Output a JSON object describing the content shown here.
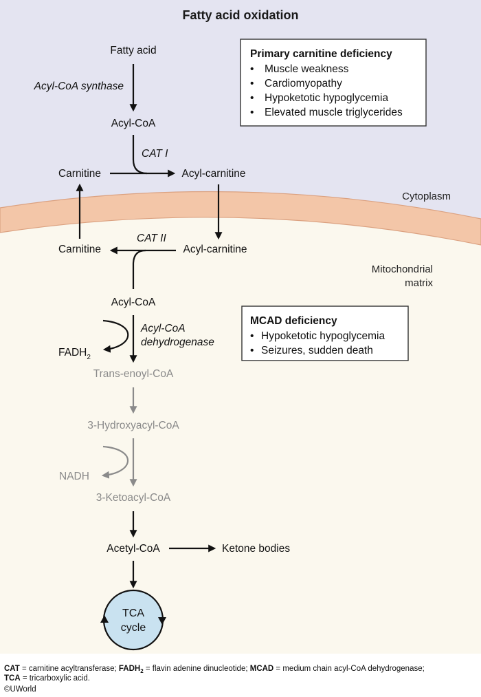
{
  "title": "Fatty acid oxidation",
  "regions": {
    "cytoplasm": "Cytoplasm",
    "matrix_line1": "Mitochondrial",
    "matrix_line2": "matrix"
  },
  "pathway": {
    "fatty_acid": "Fatty acid",
    "acyl_coa_synthase": "Acyl-CoA synthase",
    "acyl_coa_1": "Acyl-CoA",
    "cat1": "CAT I",
    "carnitine_1": "Carnitine",
    "acyl_carnitine_1": "Acyl-carnitine",
    "cat2": "CAT II",
    "carnitine_2": "Carnitine",
    "acyl_carnitine_2": "Acyl-carnitine",
    "acyl_coa_2": "Acyl-CoA",
    "dehydrogenase_line1": "Acyl-CoA",
    "dehydrogenase_line2": "dehydrogenase",
    "fadh2_base": "FADH",
    "fadh2_sub": "2",
    "trans_enoyl": "Trans-enoyl-CoA",
    "hydroxyacyl": "3-Hydroxyacyl-CoA",
    "nadh": "NADH",
    "ketoacyl": "3-Ketoacyl-CoA",
    "acetyl_coa": "Acetyl-CoA",
    "ketone_bodies": "Ketone bodies",
    "tca_line1": "TCA",
    "tca_line2": "cycle"
  },
  "primary_box": {
    "title": "Primary carnitine deficiency",
    "items": [
      "Muscle weakness",
      "Cardiomyopathy",
      "Hypoketotic hypoglycemia",
      "Elevated muscle triglycerides"
    ]
  },
  "mcad_box": {
    "title": "MCAD deficiency",
    "items": [
      "Hypoketotic hypoglycemia",
      "Seizures, sudden death"
    ]
  },
  "bullet": "•",
  "footnote": {
    "cat_abbr": "CAT",
    "cat_def": " = carnitine acyltransferase; ",
    "fadh2_abbr": "FADH",
    "fadh2_sub": "2",
    "fadh2_def": " = flavin adenine dinucleotide; ",
    "mcad_abbr": "MCAD",
    "mcad_def": " = medium chain acyl-CoA dehydrogenase;",
    "tca_abbr": "TCA",
    "tca_def": " = tricarboxylic acid.",
    "copyright": "©UWorld"
  },
  "colors": {
    "cytoplasm_bg": "#e4e4f1",
    "membrane": "#f3c6a8",
    "membrane_edge": "#dba180",
    "matrix_bg": "#fbf8ee",
    "tca_fill": "#c9e2f0",
    "box_border": "#333333",
    "gray_text": "#8a8a8a"
  }
}
